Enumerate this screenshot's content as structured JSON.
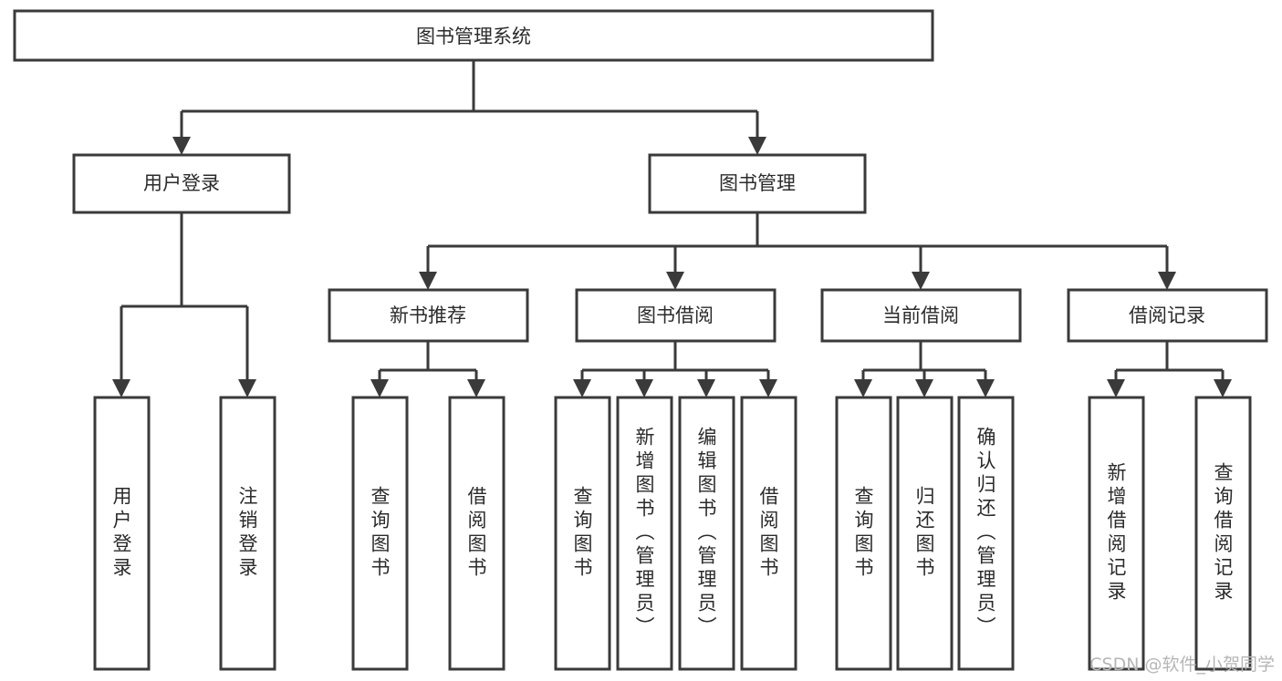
{
  "diagram": {
    "type": "tree-hierarchy",
    "title": "图书管理系统",
    "orientation": "top-down",
    "colors": {
      "box_border": "#3a3a3a",
      "box_fill": "#ffffff",
      "connector": "#3a3a3a",
      "text": "#2b2b2b",
      "background": "#ffffff",
      "watermark": "#b6b6b6"
    },
    "root": {
      "id": "root",
      "label": "图书管理系统",
      "orientation": "horizontal"
    },
    "level2": [
      {
        "id": "user-login",
        "label": "用户登录",
        "orientation": "horizontal"
      },
      {
        "id": "book-manage",
        "label": "图书管理",
        "orientation": "horizontal"
      }
    ],
    "level3": [
      {
        "id": "new-book-recommend",
        "label": "新书推荐",
        "orientation": "horizontal",
        "parent": "book-manage"
      },
      {
        "id": "book-borrow",
        "label": "图书借阅",
        "orientation": "horizontal",
        "parent": "book-manage"
      },
      {
        "id": "current-borrow",
        "label": "当前借阅",
        "orientation": "horizontal",
        "parent": "book-manage"
      },
      {
        "id": "borrow-record",
        "label": "借阅记录",
        "orientation": "horizontal",
        "parent": "book-manage"
      }
    ],
    "leaves": [
      {
        "id": "leaf-user-login",
        "label": "用户登录",
        "orientation": "vertical",
        "parent": "user-login"
      },
      {
        "id": "leaf-user-logout",
        "label": "注销登录",
        "orientation": "vertical",
        "parent": "user-login"
      },
      {
        "id": "leaf-query-book-1",
        "label": "查询图书",
        "orientation": "vertical",
        "parent": "new-book-recommend"
      },
      {
        "id": "leaf-borrow-book-1",
        "label": "借阅图书",
        "orientation": "vertical",
        "parent": "new-book-recommend"
      },
      {
        "id": "leaf-query-book-2",
        "label": "查询图书",
        "orientation": "vertical",
        "parent": "book-borrow"
      },
      {
        "id": "leaf-add-book",
        "label": "新增图书（管理员）",
        "orientation": "vertical",
        "parent": "book-borrow"
      },
      {
        "id": "leaf-edit-book",
        "label": "编辑图书（管理员）",
        "orientation": "vertical",
        "parent": "book-borrow"
      },
      {
        "id": "leaf-borrow-book-2",
        "label": "借阅图书",
        "orientation": "vertical",
        "parent": "book-borrow"
      },
      {
        "id": "leaf-query-book-3",
        "label": "查询图书",
        "orientation": "vertical",
        "parent": "current-borrow"
      },
      {
        "id": "leaf-return-book",
        "label": "归还图书",
        "orientation": "vertical",
        "parent": "current-borrow"
      },
      {
        "id": "leaf-confirm-return",
        "label": "确认归还（管理员）",
        "orientation": "vertical",
        "parent": "current-borrow"
      },
      {
        "id": "leaf-add-record",
        "label": "新增借阅记录",
        "orientation": "vertical",
        "parent": "borrow-record"
      },
      {
        "id": "leaf-query-record",
        "label": "查询借阅记录",
        "orientation": "vertical",
        "parent": "borrow-record"
      }
    ],
    "watermark": "CSDN @软件_小贺同学"
  }
}
